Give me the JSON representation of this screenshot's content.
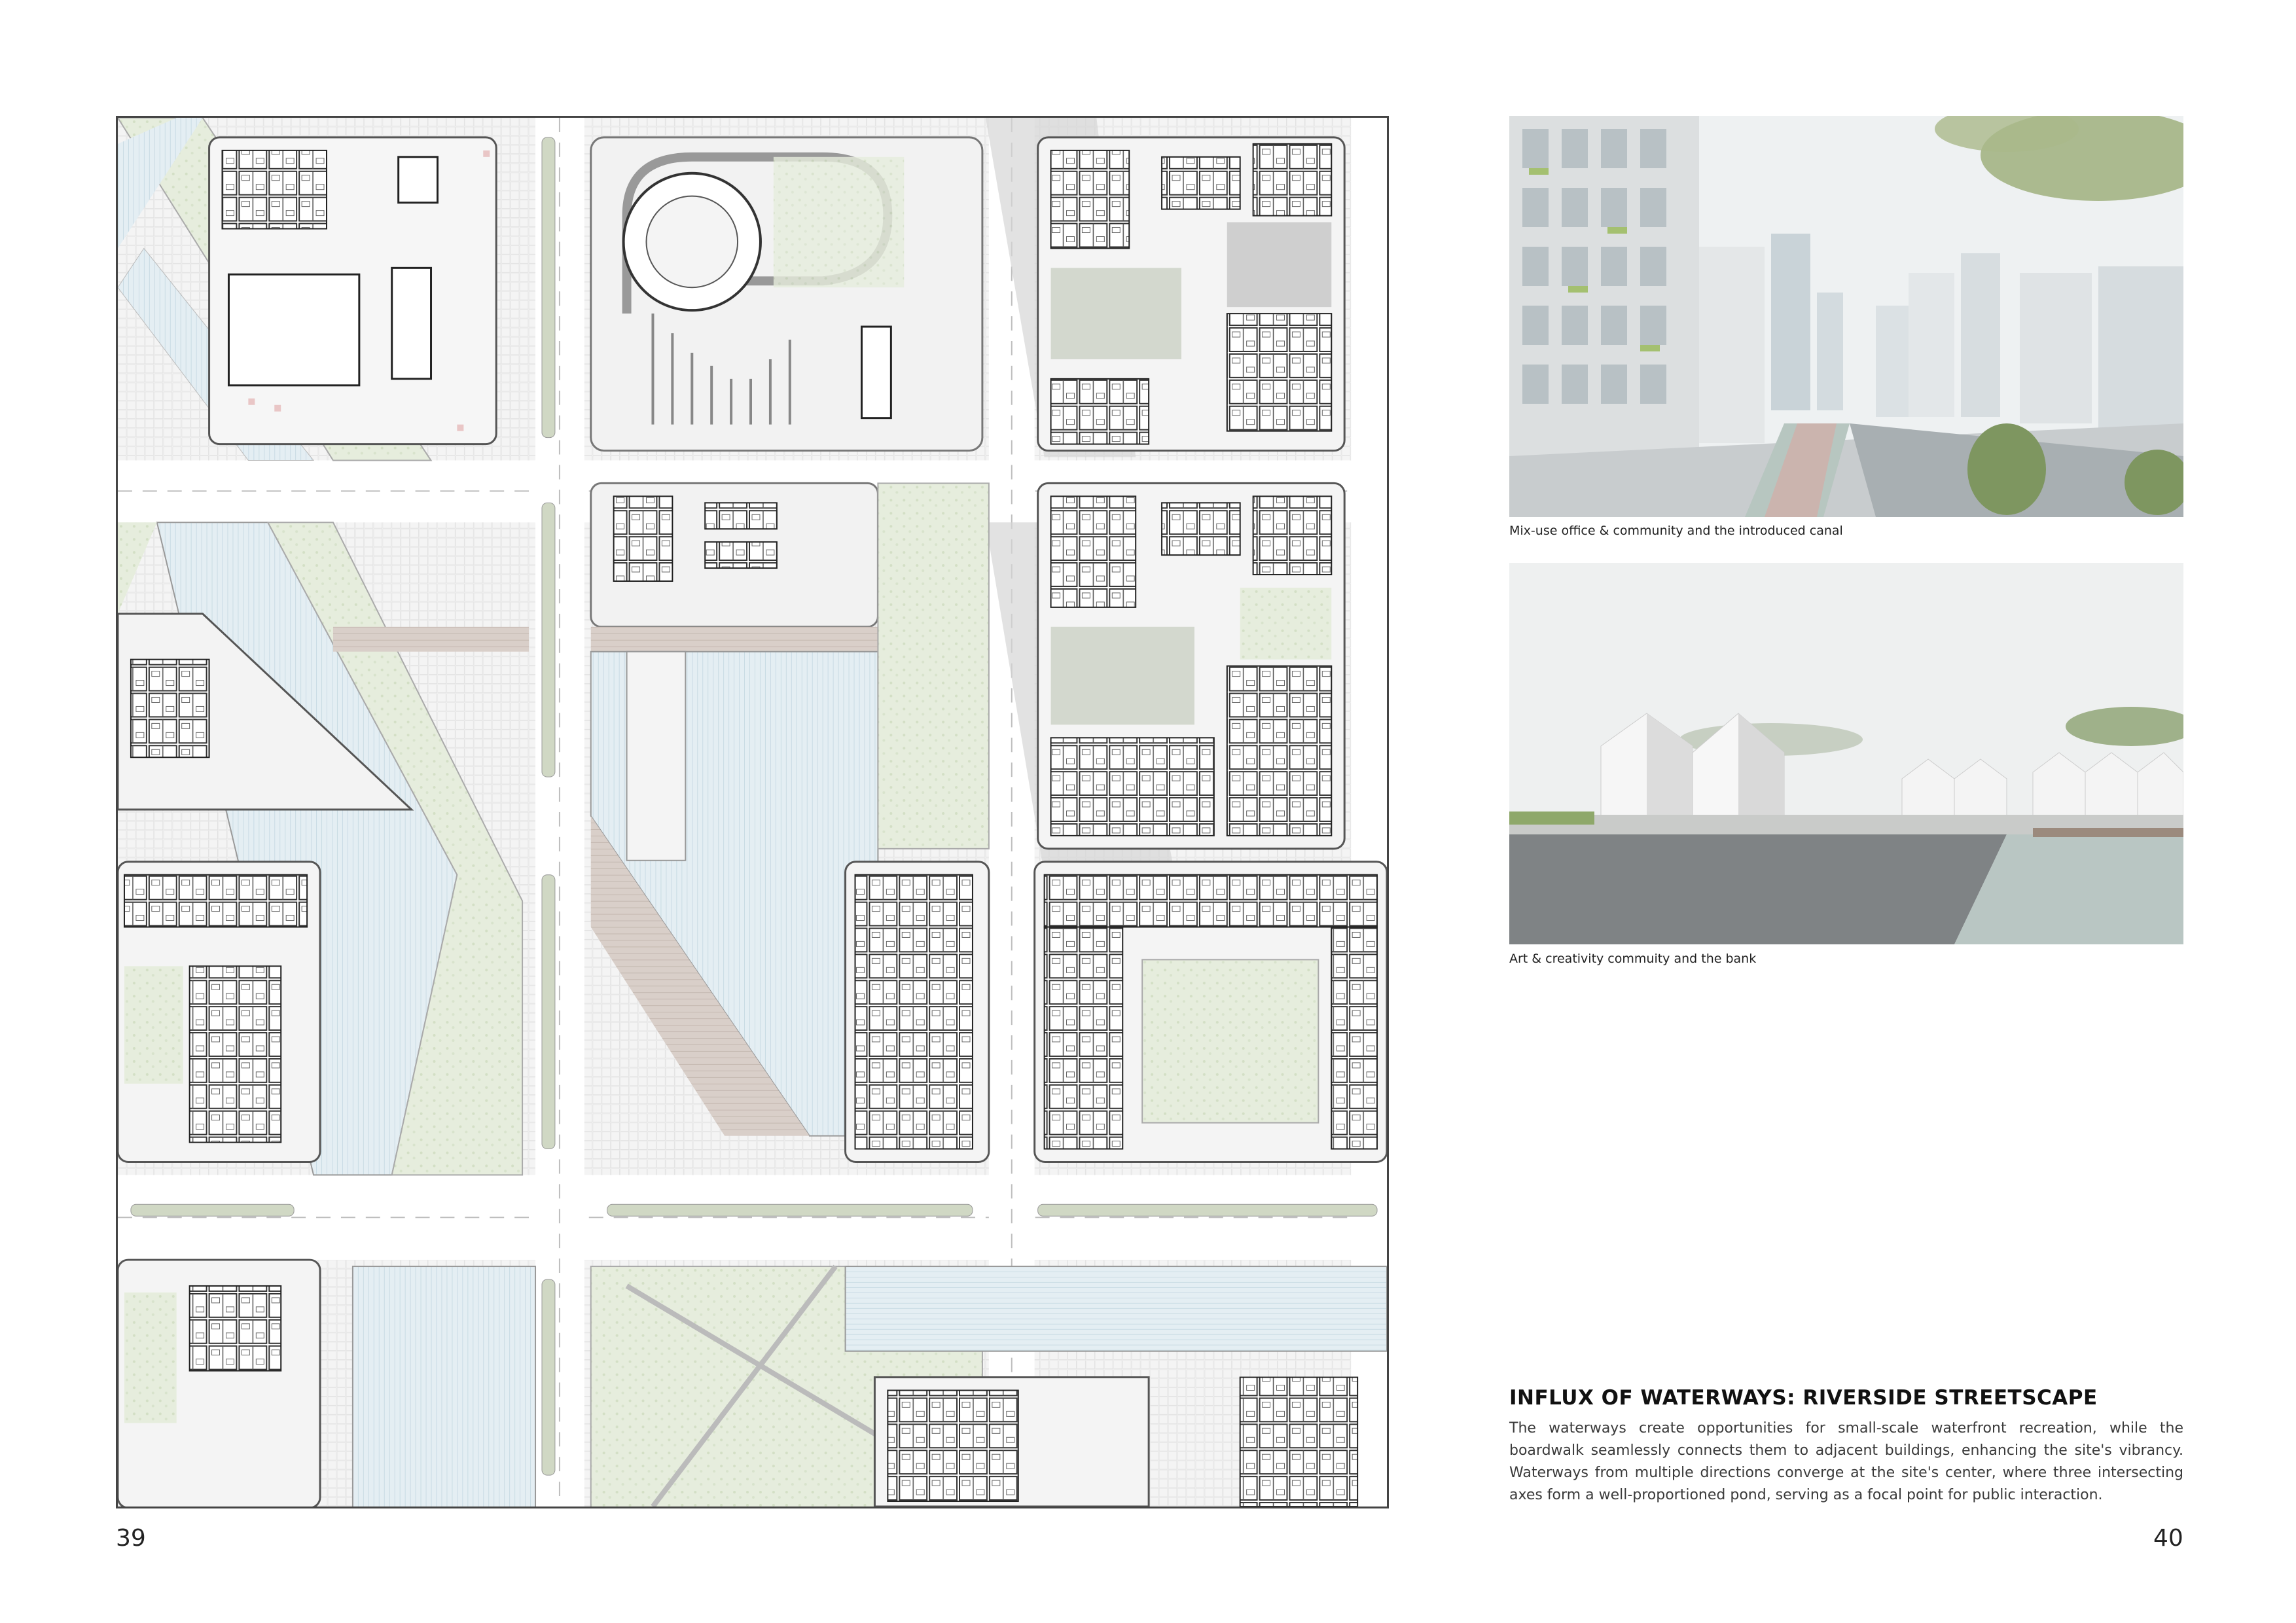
{
  "captions": {
    "photo1": "Mix-use office & community and the introduced canal",
    "photo2": "Art & creativity commuity and the bank"
  },
  "section": {
    "heading": "INFLUX OF WATERWAYS: RIVERSIDE STREETSCAPE",
    "body": "The waterways create opportunities for small-scale waterfront recreation, while the boardwalk seamlessly connects them to adjacent buildings, enhancing the site's vibrancy. Waterways from multiple directions converge at the site's center, where three intersecting axes form a well-proportioned pond, serving as a focal point for public interaction."
  },
  "page_numbers": {
    "left": "39",
    "right": "40"
  },
  "colors": {
    "water": "#dde9ef",
    "green": "#e3ebd9",
    "road": "#ffffff",
    "paving_red": "#e9c6c6",
    "shadow": "#cfcfcf",
    "sky": "#eef1f2"
  }
}
